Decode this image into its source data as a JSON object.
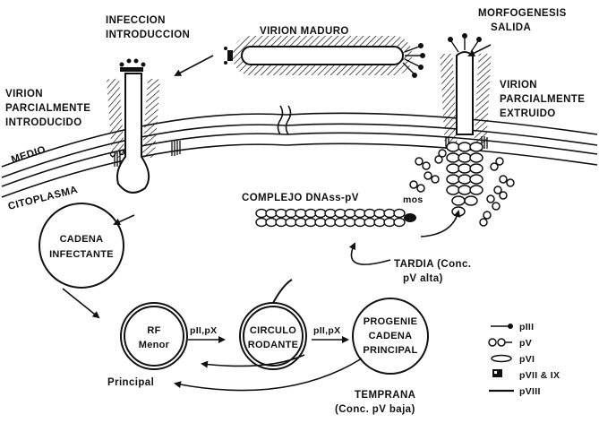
{
  "labels": {
    "infeccion_line1": "INFECCION",
    "infeccion_line2": "INTRODUCCION",
    "virion_maduro": "VIRION MADURO",
    "morfogenesis_line1": "MORFOGENESIS",
    "morfogenesis_line2": "SALIDA",
    "virion_parcial_intro_line1": "VIRION",
    "virion_parcial_intro_line2": "PARCIALMENTE",
    "virion_parcial_intro_line3": "INTRODUCIDO",
    "virion_parcial_extr_line1": "VIRION",
    "virion_parcial_extr_line2": "PARCIALMENTE",
    "virion_parcial_extr_line3": "EXTRUIDO",
    "medio": "MEDIO",
    "citoplasma": "CITOPLASMA",
    "complejo": "COMPLEJO DNAss-pV",
    "mos": "mos",
    "tardia_line1": "TARDIA (Conc.",
    "tardia_line2": "pV alta)",
    "temprana_line1": "TEMPRANA",
    "temprana_line2": "(Conc. pV baja)",
    "principal": "Principal",
    "arrow_label_1": "pII,pX",
    "arrow_label_2": "pII,pX"
  },
  "circles": {
    "cadena_line1": "CADENA",
    "cadena_line2": "INFECTANTE",
    "rf_line1": "RF",
    "rf_line2": "Menor",
    "circulo_line1": "CIRCULO",
    "circulo_line2": "RODANTE",
    "progenie_line1": "PROGENIE",
    "progenie_line2": "CADENA",
    "progenie_line3": "PRINCIPAL"
  },
  "legend": [
    {
      "label": "pIII",
      "icon": "piii-icon"
    },
    {
      "label": "pV",
      "icon": "pv-icon"
    },
    {
      "label": "pVI",
      "icon": "pvi-icon"
    },
    {
      "label": "pVII & IX",
      "icon": "pvii-ix-icon"
    },
    {
      "label": "pVIII",
      "icon": "pviii-icon"
    }
  ]
}
